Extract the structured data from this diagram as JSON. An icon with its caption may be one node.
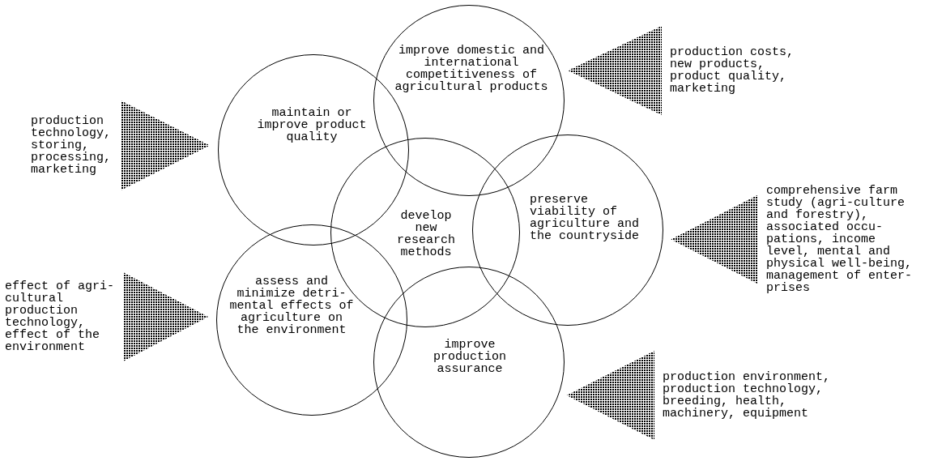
{
  "diagram": {
    "nodes": [
      {
        "text": [
          "improve domestic and international competitiveness of agricultural products"
        ]
      },
      {
        "text": [
          "maintain or improve product quality"
        ]
      },
      {
        "text": [
          "develop new research methods"
        ]
      },
      {
        "text": [
          "preserve viability of agriculture and the countryside"
        ]
      },
      {
        "text": [
          "assess and minimize detri-mental effects of agriculture on the environment"
        ]
      },
      {
        "text": [
          "improve production assurance"
        ]
      },
      {
        "text": [
          "production costs, new products, product quality, marketing"
        ]
      },
      {
        "text": [
          "production technology, storing, processing, marketing"
        ]
      },
      {
        "text": [
          "comprehensive farm study (agri-culture and forestry), associated occu-pations, income level, mental and physical well-being, management of enter-prises"
        ]
      },
      {
        "text": [
          "effect of agri-cultural production technology, effect of the environment"
        ]
      },
      {
        "text": [
          "production environment, production technology, breeding, health, machinery, equipment"
        ]
      }
    ],
    "edges": [
      {
        "from": 6,
        "to": 0,
        "arrow": "to"
      },
      {
        "from": 7,
        "to": 1,
        "arrow": "to"
      },
      {
        "from": 8,
        "to": 3,
        "arrow": "to"
      },
      {
        "from": 9,
        "to": 4,
        "arrow": "to"
      },
      {
        "from": 10,
        "to": 5,
        "arrow": "to"
      }
    ]
  }
}
